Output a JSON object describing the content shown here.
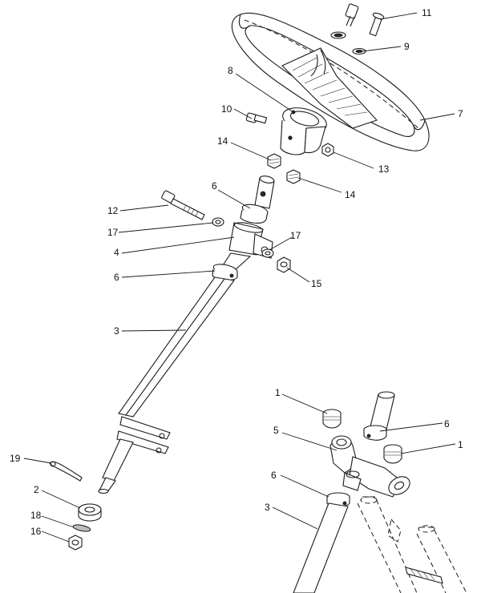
{
  "callouts": [
    {
      "key": "c11",
      "text": "11"
    },
    {
      "key": "c9",
      "text": "9"
    },
    {
      "key": "c7",
      "text": "7"
    },
    {
      "key": "c8",
      "text": "8"
    },
    {
      "key": "c10",
      "text": "10"
    },
    {
      "key": "c14a",
      "text": "14"
    },
    {
      "key": "c13",
      "text": "13"
    },
    {
      "key": "c14b",
      "text": "14"
    },
    {
      "key": "c6a",
      "text": "6"
    },
    {
      "key": "c12",
      "text": "12"
    },
    {
      "key": "c17a",
      "text": "17"
    },
    {
      "key": "c17b",
      "text": "17"
    },
    {
      "key": "c4",
      "text": "4"
    },
    {
      "key": "c6b",
      "text": "6"
    },
    {
      "key": "c15",
      "text": "15"
    },
    {
      "key": "c3a",
      "text": "3"
    },
    {
      "key": "c19",
      "text": "19"
    },
    {
      "key": "c2",
      "text": "2"
    },
    {
      "key": "c18",
      "text": "18"
    },
    {
      "key": "c16",
      "text": "16"
    },
    {
      "key": "c1a",
      "text": "1"
    },
    {
      "key": "c6c",
      "text": "6"
    },
    {
      "key": "c5",
      "text": "5"
    },
    {
      "key": "c1b",
      "text": "1"
    },
    {
      "key": "c6d",
      "text": "6"
    },
    {
      "key": "c3b",
      "text": "3"
    }
  ]
}
